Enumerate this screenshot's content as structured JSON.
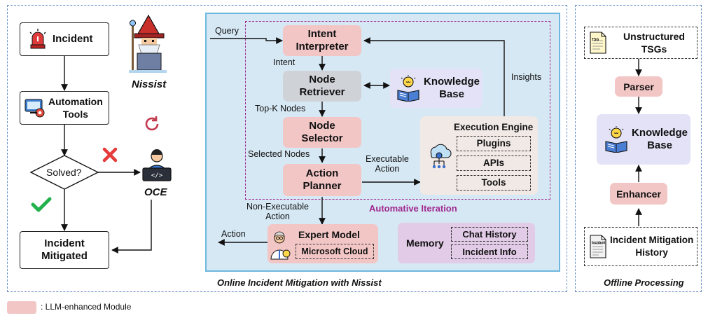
{
  "left_panel": {
    "incident": "Incident",
    "automation_tools": "Automation\nTools",
    "solved": "Solved?",
    "oce": "OCE",
    "nissist": "Nissist",
    "mitigated": "Incident\nMitigated"
  },
  "online": {
    "caption": "Online Incident Mitigation with Nissist",
    "query": "Query",
    "intent_interpreter": "Intent\nInterpreter",
    "intent": "Intent",
    "node_retriever": "Node\nRetriever",
    "top_k": "Top-K Nodes",
    "node_selector": "Node\nSelector",
    "selected_nodes": "Selected Nodes",
    "action_planner": "Action\nPlanner",
    "executable_action": "Executable\nAction",
    "non_executable_action": "Non-Executable\nAction",
    "action": "Action",
    "insights": "Insights",
    "knowledge_base": "Knowledge\nBase",
    "execution_engine": "Execution Engine",
    "plugins": "Plugins",
    "apis": "APIs",
    "tools": "Tools",
    "automative_iteration": "Automative Iteration",
    "expert_model": "Expert Model",
    "microsoft_cloud": "Microsoft Cloud",
    "memory": "Memory",
    "chat_history": "Chat History",
    "incident_info": "Incident Info"
  },
  "offline": {
    "caption": "Offline Processing",
    "unstructured_tsgs": "Unstructured TSGs",
    "tsg_doc_label": "TSG",
    "parser": "Parser",
    "knowledge_base": "Knowledge\nBase",
    "enhancer": "Enhancer",
    "incident_history": "Incident Mitigation\nHistory",
    "history_doc_label": "Incident"
  },
  "legend": {
    "text": ": LLM-enhanced Module"
  },
  "colors": {
    "llm_module": "#f3c6c6",
    "retriever": "#cfd3d8",
    "knowledge": "#e3e2f7",
    "execution": "#f1e9e6",
    "memory": "#e2cbe6",
    "online_bg": "#d6e8f4",
    "online_border": "#6fb7de",
    "iteration_border": "#a0288f",
    "region_border": "#6b8fc7"
  }
}
